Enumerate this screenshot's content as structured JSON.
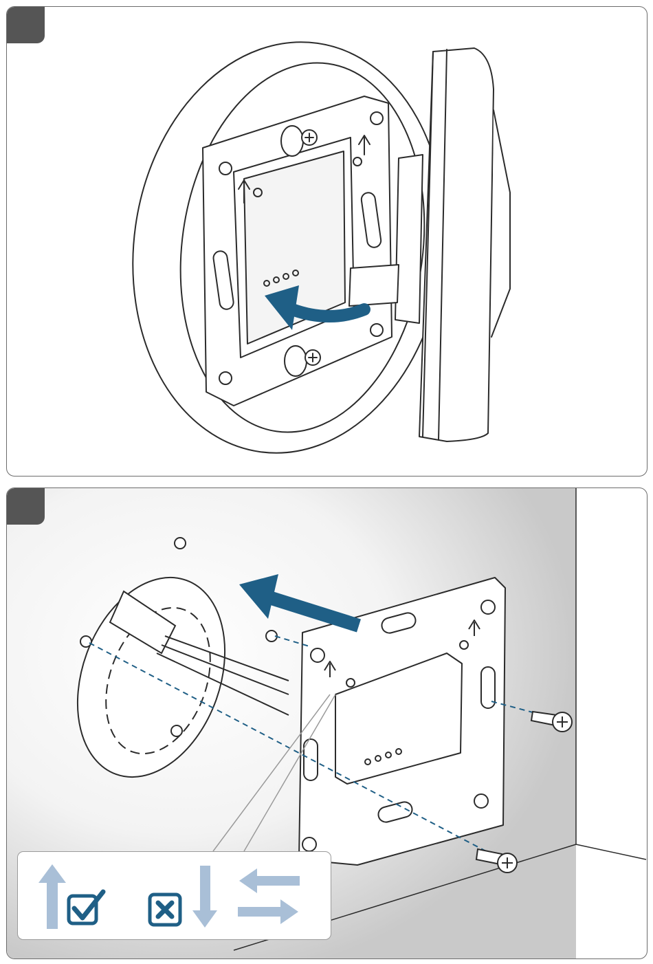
{
  "steps": [
    {
      "number": ""
    },
    {
      "number": ""
    }
  ],
  "colors": {
    "accent": "#1f5f86",
    "hint": "#a9bfd7",
    "line": "#2b2b2b",
    "badge": "#555555"
  },
  "icons": {
    "step1": [
      "curved-arrow-icon"
    ],
    "step2": [
      "straight-arrow-icon",
      "screw-icon",
      "arrow-up-icon",
      "check-icon",
      "cross-icon",
      "arrow-down-icon",
      "horizontal-arrows-icon"
    ]
  },
  "legend": {
    "correct_orientation": "up",
    "wrong_orientations": [
      "down",
      "horizontal"
    ]
  }
}
